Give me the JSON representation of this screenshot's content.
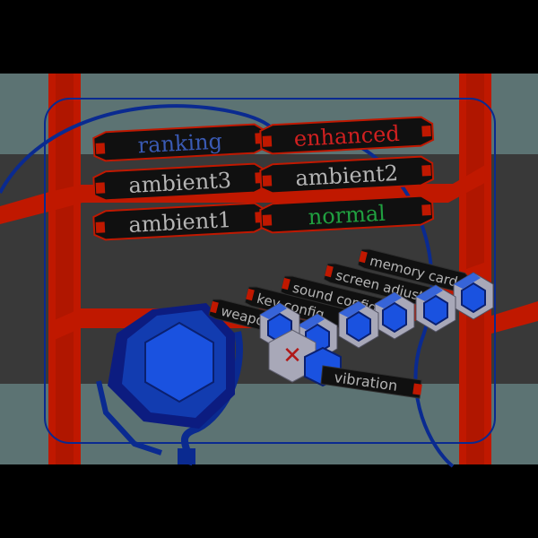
{
  "colors": {
    "background": "#000000",
    "band_gray": "#5c7373",
    "band_dark": "#393939",
    "frame_red": "#c01800",
    "line_blue": "#0a2a90",
    "tag_black": "#101010",
    "text_gray": "#b4b4b4",
    "text_blue": "#3a5ab4",
    "text_red": "#d02020",
    "text_green": "#20a040",
    "hex_blue": "#1a52e0",
    "hex_silver": "#a8a8b8"
  },
  "sound_options": [
    {
      "label": "ranking",
      "color": "#3a5ab4"
    },
    {
      "label": "enhanced",
      "color": "#d02020"
    },
    {
      "label": "ambient3",
      "color": "#b4b4b4"
    },
    {
      "label": "ambient2",
      "color": "#b4b4b4"
    },
    {
      "label": "ambient1",
      "color": "#b4b4b4"
    },
    {
      "label": "normal",
      "color": "#20a040"
    }
  ],
  "config_menu": [
    {
      "label": "memory card"
    },
    {
      "label": "screen adjust"
    },
    {
      "label": "sound config"
    },
    {
      "label": "key  config"
    },
    {
      "label": "weapon edit"
    }
  ],
  "vibration": {
    "label": "vibration",
    "state_icon": "x-mark-icon"
  },
  "icons": {
    "controller": "hexagon-controller-icon",
    "socket": "hexagon-socket-icon"
  }
}
